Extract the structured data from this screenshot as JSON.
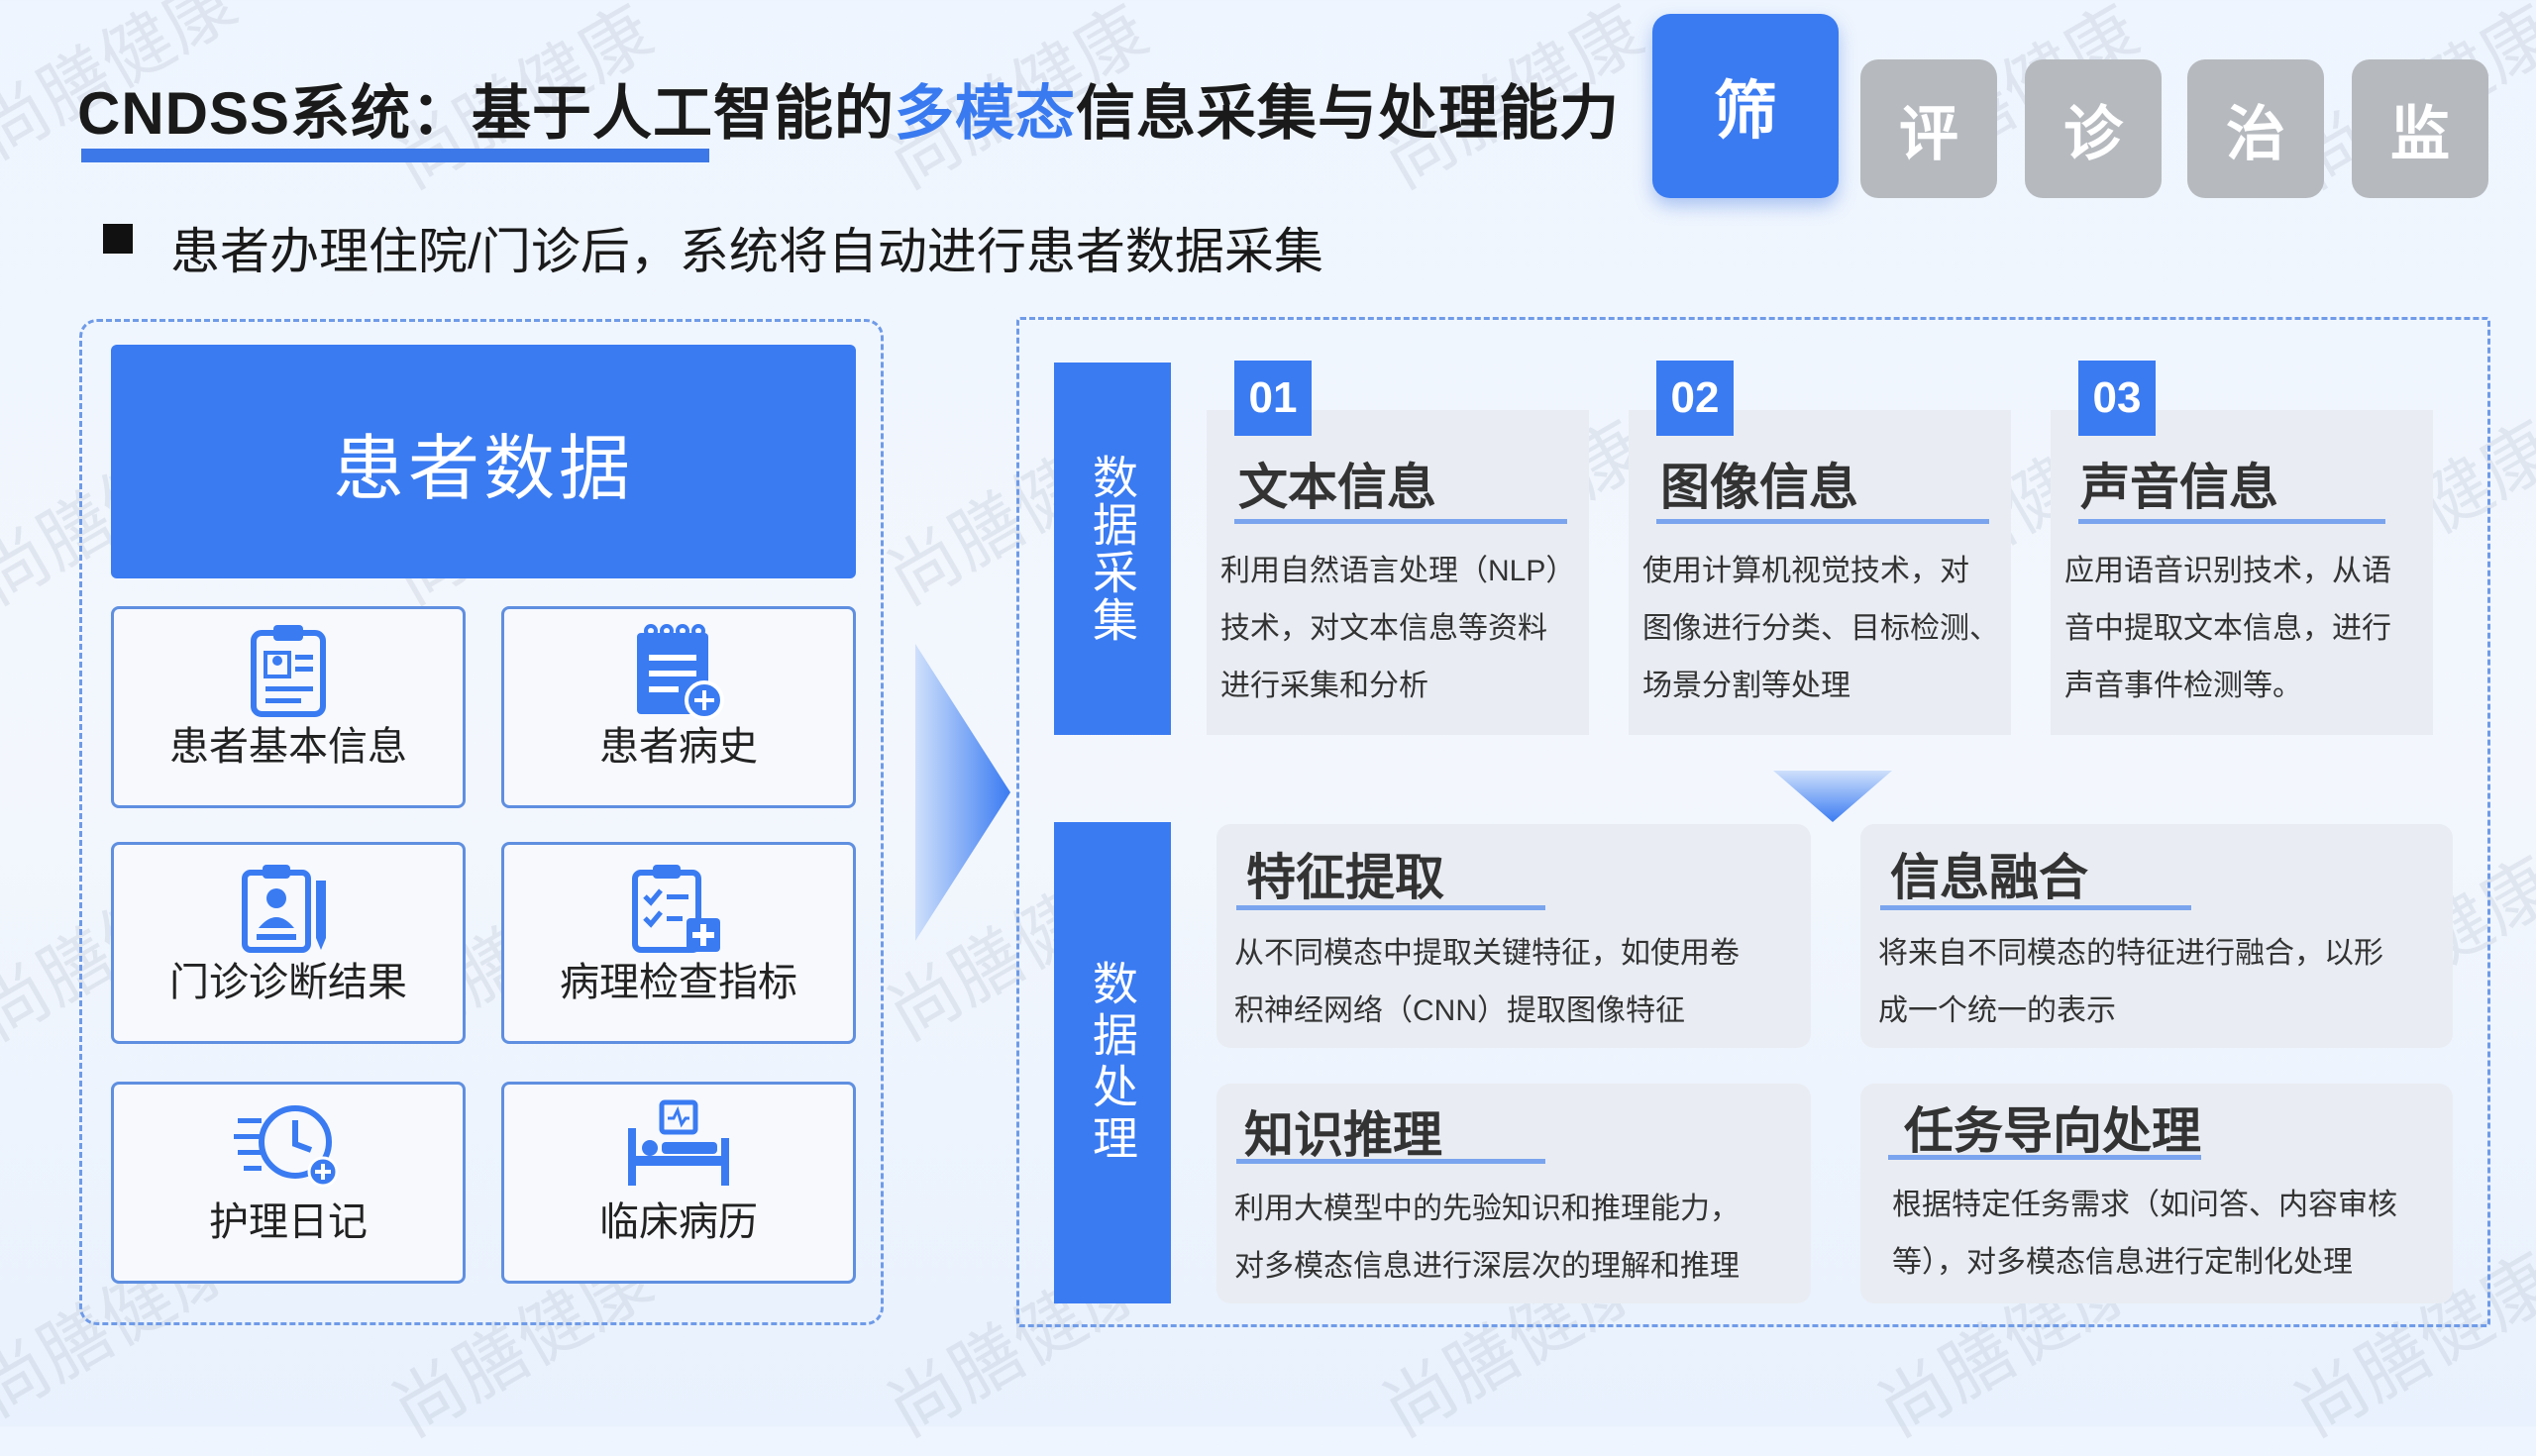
{
  "title": {
    "prefix": "CNDSS系统：基于人工智能的",
    "highlight": "多模态",
    "suffix": "信息采集与处理能力"
  },
  "stages": [
    {
      "label": "筛",
      "active": true
    },
    {
      "label": "评",
      "active": false
    },
    {
      "label": "诊",
      "active": false
    },
    {
      "label": "治",
      "active": false
    },
    {
      "label": "监",
      "active": false
    }
  ],
  "subtitle": "患者办理住院/门诊后，系统将自动进行患者数据采集",
  "patient_data": {
    "header": "患者数据",
    "items": [
      {
        "label": "患者基本信息",
        "icon": "clipboard-profile-icon"
      },
      {
        "label": "患者病史",
        "icon": "document-add-icon"
      },
      {
        "label": "门诊诊断结果",
        "icon": "doctor-pen-icon"
      },
      {
        "label": "病理检查指标",
        "icon": "checklist-plus-icon"
      },
      {
        "label": "护理日记",
        "icon": "clock-plus-icon"
      },
      {
        "label": "临床病历",
        "icon": "hospital-bed-icon"
      }
    ]
  },
  "collection": {
    "label": "数据采集",
    "cards": [
      {
        "num": "01",
        "title": "文本信息",
        "lines": [
          "利用自然语言处理（NLP）",
          "技术，对文本信息等资料",
          "进行采集和分析"
        ]
      },
      {
        "num": "02",
        "title": "图像信息",
        "lines": [
          "使用计算机视觉技术，对",
          "图像进行分类、目标检测、",
          "场景分割等处理"
        ]
      },
      {
        "num": "03",
        "title": "声音信息",
        "lines": [
          "应用语音识别技术，从语",
          "音中提取文本信息，进行",
          "声音事件检测等。"
        ]
      }
    ]
  },
  "processing": {
    "label": "数据处理",
    "cards": [
      {
        "title": "特征提取",
        "lines": [
          "从不同模态中提取关键特征，如使用卷",
          "积神经网络（CNN）提取图像特征"
        ]
      },
      {
        "title": "信息融合",
        "lines": [
          "将来自不同模态的特征进行融合，以形",
          "成一个统一的表示"
        ]
      },
      {
        "title": "知识推理",
        "lines": [
          "利用大模型中的先验知识和推理能力，",
          "对多模态信息进行深层次的理解和推理"
        ]
      },
      {
        "title": "任务导向处理",
        "lines": [
          "根据特定任务需求（如问答、内容审核",
          "等），对多模态信息进行定制化处理"
        ]
      }
    ]
  },
  "watermark": "尚膳健康",
  "colors": {
    "accent": "#3a7bf2",
    "inactive": "#b6babf",
    "card_bg": "#e9edf3"
  }
}
